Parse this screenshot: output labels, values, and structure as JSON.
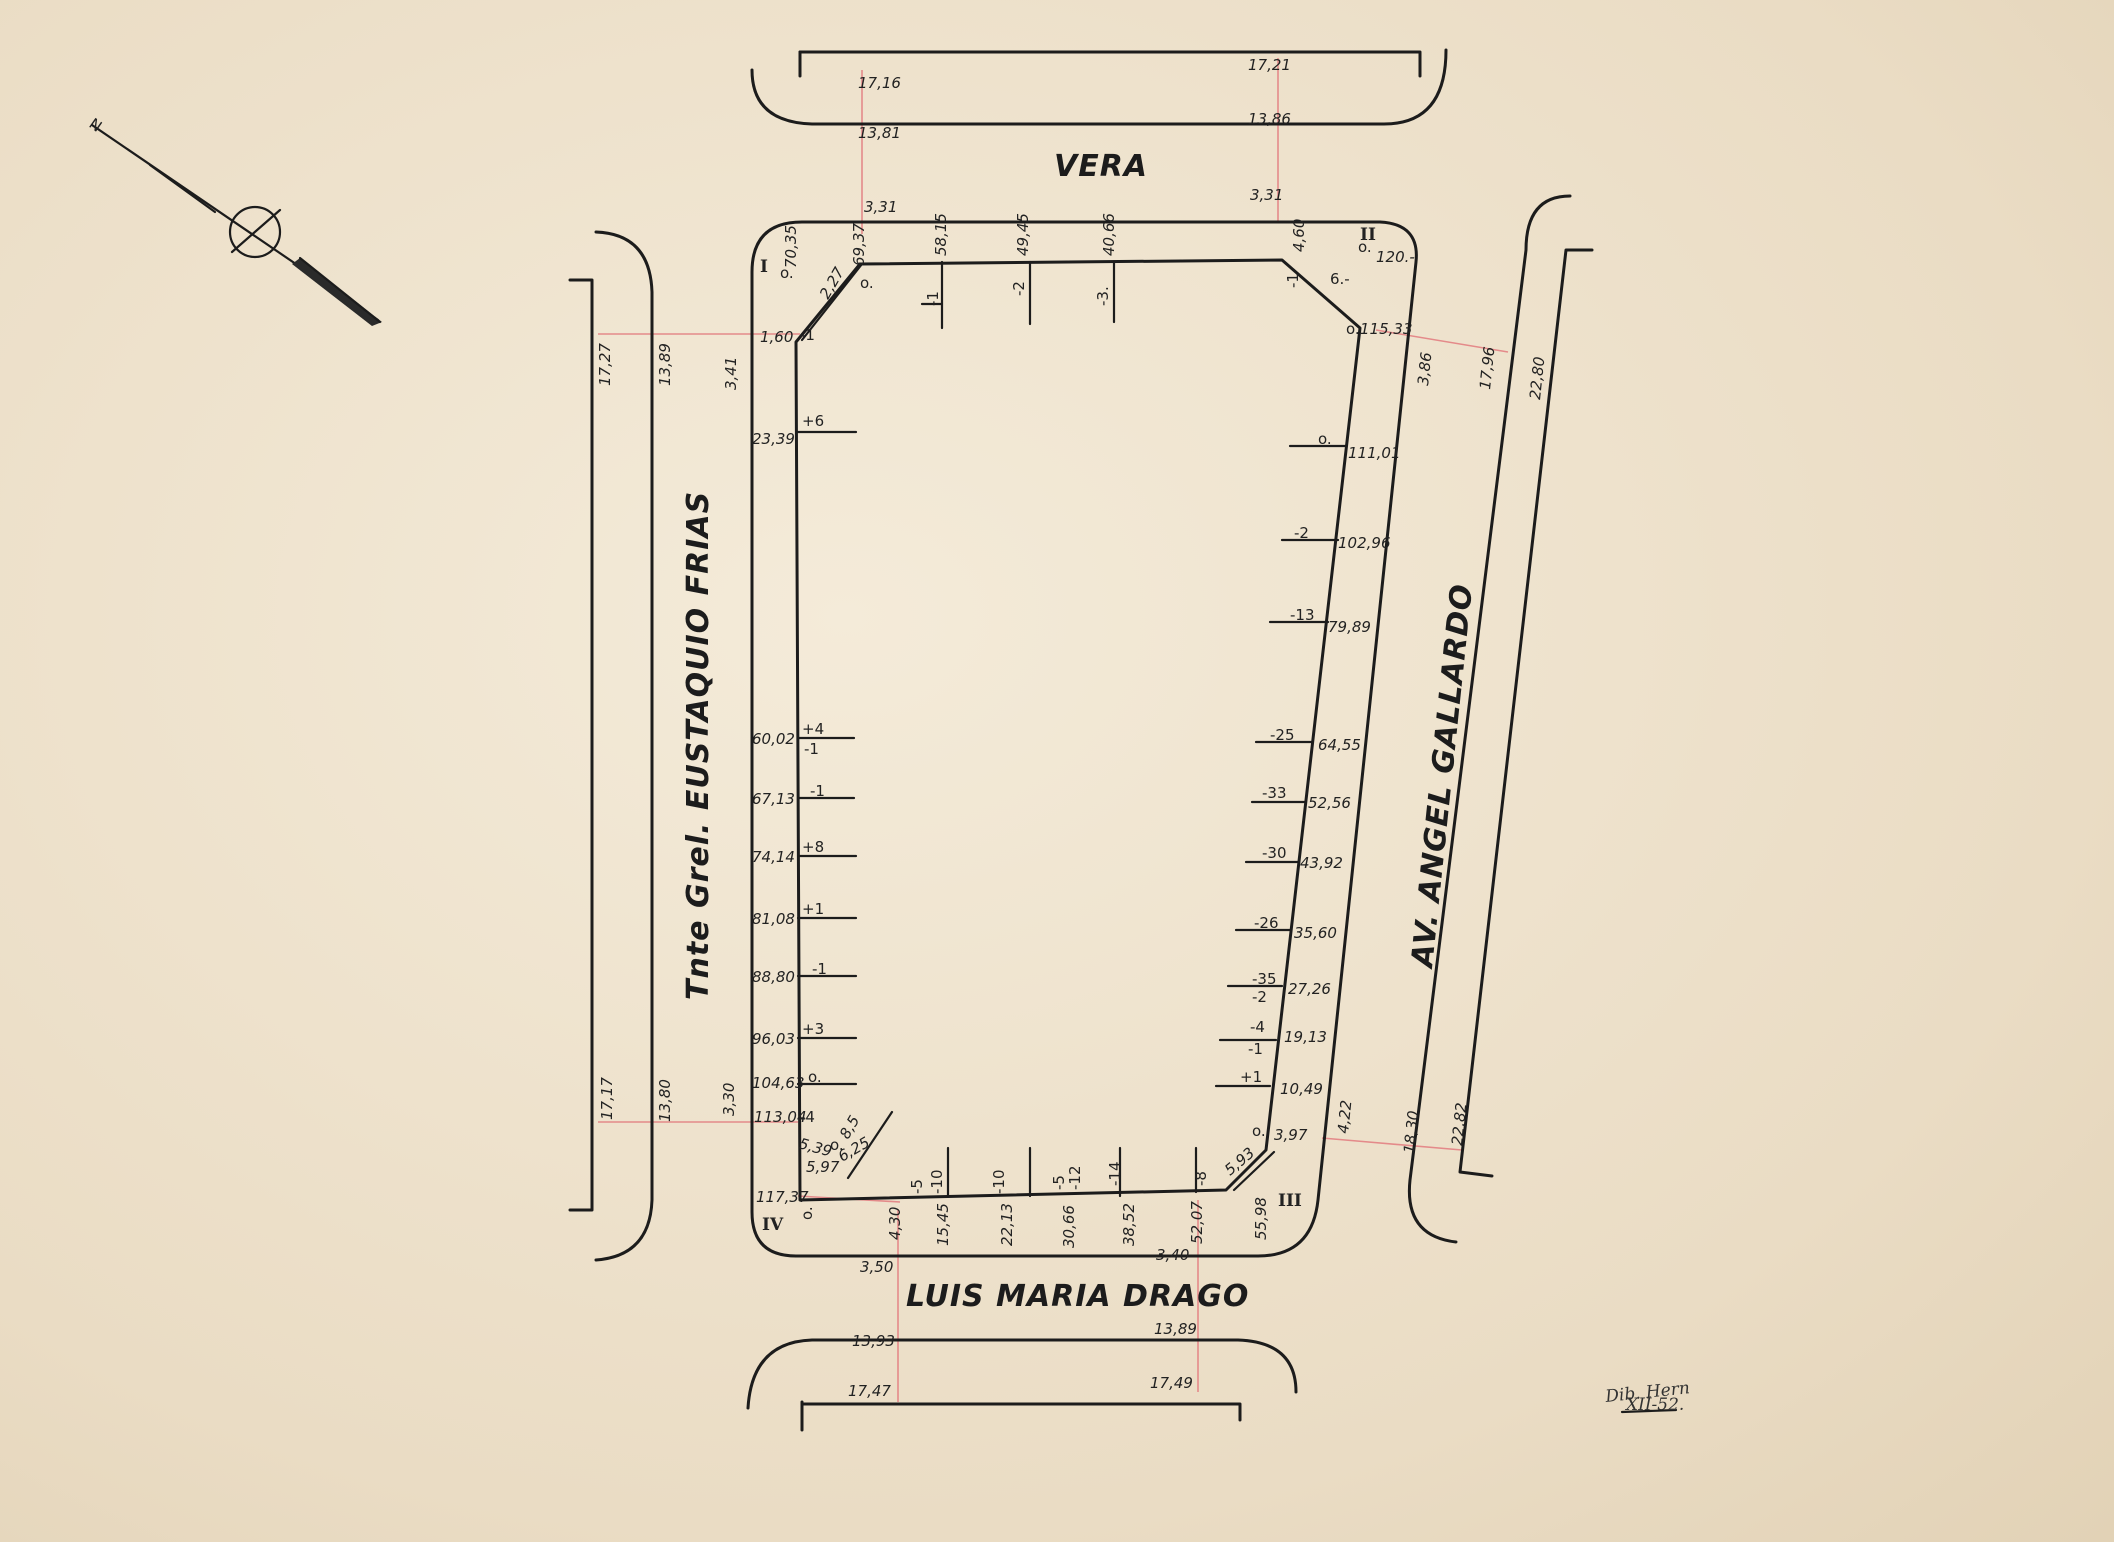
{
  "streets": {
    "top": "VERA",
    "left": "Tnte Grel. EUSTAQUIO FRIAS",
    "right": "AV. ANGEL GALLARDO",
    "bottom": "LUIS MARIA DRAGO"
  },
  "corners": [
    "I",
    "II",
    "III",
    "IV"
  ],
  "top": {
    "outer_left": "17,16",
    "outer_right": "17,21",
    "inner_left": "13,81",
    "inner_right": "13,86",
    "width_left": "3,31",
    "width_right": "3,31",
    "points": [
      {
        "dist": "70,35",
        "lvl": "o."
      },
      {
        "dist": "69,37",
        "lvl": "o."
      },
      {
        "dist": "58,15",
        "lvl": "-1"
      },
      {
        "dist": "49,45",
        "lvl": "-2"
      },
      {
        "dist": "40,66",
        "lvl": "-3."
      },
      {
        "dist": "4,60",
        "lvl": "-1"
      }
    ],
    "chamfer_left": "2,27",
    "chamfer_right": "6.-",
    "corner_right_val": "120.-",
    "corner_right_lvl": "o."
  },
  "left": {
    "outer_top": "17,27",
    "inner_top": "13,89",
    "width_top": "3,41",
    "outer_bottom": "17,17",
    "inner_bottom": "13,80",
    "width_bottom": "3,30",
    "points": [
      {
        "dist": "1,60",
        "lvl": "-1"
      },
      {
        "dist": "23,39",
        "lvl": "+6"
      },
      {
        "dist": "60,02",
        "lvl": "+4"
      },
      {
        "dist": "",
        "lvl": "-1"
      },
      {
        "dist": "67,13",
        "lvl": "-1"
      },
      {
        "dist": "74,14",
        "lvl": "+8"
      },
      {
        "dist": "81,08",
        "lvl": "+1"
      },
      {
        "dist": "88,80",
        "lvl": "-1"
      },
      {
        "dist": "96,03",
        "lvl": "+3"
      },
      {
        "dist": "104,63",
        "lvl": "o."
      },
      {
        "dist": "113,04",
        "lvl": "-4"
      }
    ],
    "chamfer_a": "5,39",
    "chamfer_b": "6,25",
    "chamfer_c": "8,5",
    "chamfer_d": "5,97",
    "chamfer_lvl": "o.",
    "corner_bottom": "117,37"
  },
  "right": {
    "inner_top": "3,86",
    "mid_top": "17,96",
    "outer_top": "22,80",
    "inner_bottom": "4,22",
    "mid_bottom": "18,30",
    "outer_bottom": "22,82",
    "points": [
      {
        "dist": "115,33",
        "lvl": "o."
      },
      {
        "dist": "111,01",
        "lvl": "o."
      },
      {
        "dist": "102,96",
        "lvl": "-2"
      },
      {
        "dist": "79,89",
        "lvl": "-13"
      },
      {
        "dist": "64,55",
        "lvl": "-25"
      },
      {
        "dist": "52,56",
        "lvl": "-33"
      },
      {
        "dist": "43,92",
        "lvl": "-30"
      },
      {
        "dist": "35,60",
        "lvl": "-26"
      },
      {
        "dist": "27,26",
        "lvl": "-35"
      },
      {
        "dist": "",
        "lvl": "-2"
      },
      {
        "dist": "19,13",
        "lvl": "-4"
      },
      {
        "dist": "",
        "lvl": "-1"
      },
      {
        "dist": "10,49",
        "lvl": "+1"
      },
      {
        "dist": "3,97",
        "lvl": "o."
      }
    ],
    "chamfer": "5,93"
  },
  "bottom": {
    "width_left": "3,50",
    "width_right": "3,40",
    "inner_left": "13,93",
    "inner_right": "13,89",
    "outer_left": "17,47",
    "outer_right": "17,49",
    "points": [
      {
        "dist": "4,30",
        "lvl": "-5"
      },
      {
        "dist": "15,45",
        "lvl": "-10"
      },
      {
        "dist": "22,13",
        "lvl": "-10"
      },
      {
        "dist": "30,66",
        "lvl": "-5"
      },
      {
        "dist": "",
        "lvl": "-12"
      },
      {
        "dist": "38,52",
        "lvl": "-14"
      },
      {
        "dist": "52,07",
        "lvl": "-8"
      },
      {
        "dist": "55,98",
        "lvl": ""
      }
    ],
    "corner_lvl": "o."
  },
  "signature": {
    "name": "Dib. Hern",
    "date": "XII-52."
  }
}
